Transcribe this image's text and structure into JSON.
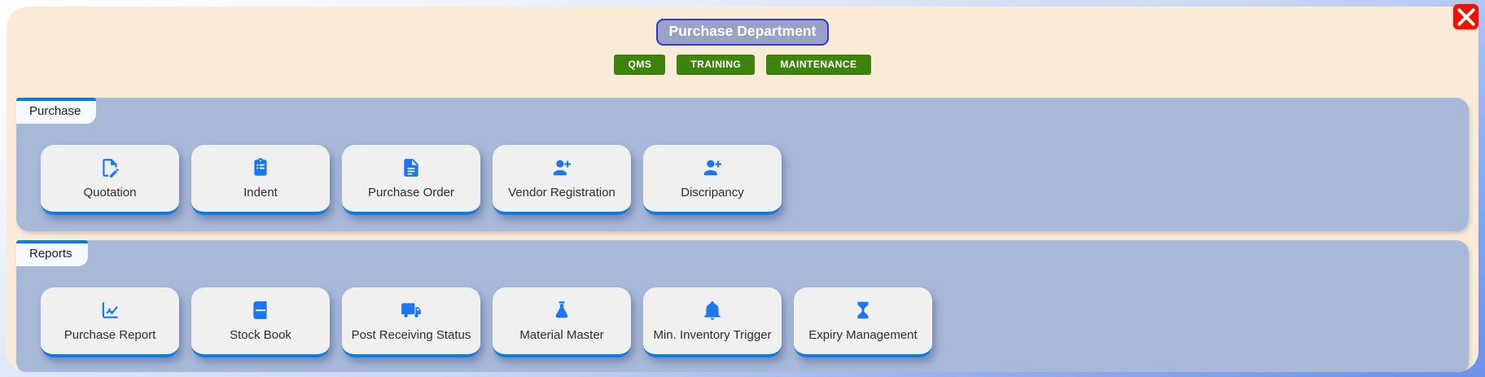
{
  "window": {
    "title": "Purchase Department",
    "close_icon": "close-icon"
  },
  "nav_buttons": [
    {
      "label": "QMS"
    },
    {
      "label": "TRAINING"
    },
    {
      "label": "MAINTENANCE"
    }
  ],
  "sections": [
    {
      "label": "Purchase",
      "items": [
        {
          "label": "Quotation",
          "icon": "document-edit-icon"
        },
        {
          "label": "Indent",
          "icon": "clipboard-list-icon"
        },
        {
          "label": "Purchase Order",
          "icon": "document-lines-icon"
        },
        {
          "label": "Vendor Registration",
          "icon": "person-plus-icon"
        },
        {
          "label": "Discripancy",
          "icon": "person-plus-icon"
        }
      ]
    },
    {
      "label": "Reports",
      "items": [
        {
          "label": "Purchase Report",
          "icon": "line-chart-icon"
        },
        {
          "label": "Stock Book",
          "icon": "book-icon"
        },
        {
          "label": "Post Receiving Status",
          "icon": "truck-icon"
        },
        {
          "label": "Material Master",
          "icon": "flask-icon"
        },
        {
          "label": "Min. Inventory Trigger",
          "icon": "bell-icon"
        },
        {
          "label": "Expiry Management",
          "icon": "hourglass-icon"
        }
      ]
    }
  ],
  "colors": {
    "accent_blue": "#0a7ce8",
    "icon_blue": "#1c76f2",
    "panel_blue": "#a8b8d8",
    "cream_background": "#faecd9",
    "button_green": "#3f830f",
    "close_red": "#ec1400",
    "title_badge_background": "#9aa0c7",
    "title_badge_border": "#3038d8",
    "card_background": "#f0f0f0"
  }
}
